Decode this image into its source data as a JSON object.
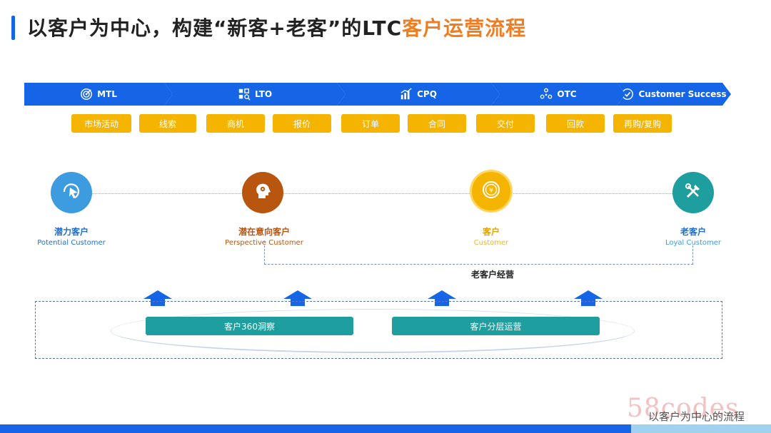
{
  "title": {
    "main": "以客户为中心，构建“新客+老客”的LTC",
    "accent": "客户运营流程"
  },
  "stages": [
    {
      "label": "MTL",
      "icon": "target-icon"
    },
    {
      "label": "LTO",
      "icon": "grid-search-icon"
    },
    {
      "label": "CPQ",
      "icon": "bar-chart-icon"
    },
    {
      "label": "OTC",
      "icon": "share-nodes-icon"
    },
    {
      "label": "Customer Success",
      "icon": "check-circle-icon"
    }
  ],
  "tags": [
    "市场活动",
    "线索",
    "商机",
    "报价",
    "订单",
    "合同",
    "交付",
    "回款",
    "再购/复购"
  ],
  "customer_stages": [
    {
      "cn": "潜力客户",
      "en": "Potential Customer",
      "color": "#3d9be0",
      "icon": "cursor-arrow-icon"
    },
    {
      "cn": "潜在意向客户",
      "en": "Perspective Customer",
      "color": "#b8560f",
      "icon": "head-gear-icon"
    },
    {
      "cn": "客户",
      "en": "Customer",
      "color": "#f5b400",
      "icon": "coin-icon"
    },
    {
      "cn": "老客户",
      "en": "Loyal Customer",
      "color": "#1e9e9e",
      "icon": "tools-icon"
    }
  ],
  "loop_label": "老客户经营",
  "foundation": [
    "客户360洞察",
    "客户分层运营"
  ],
  "watermark": "58codes",
  "footer": "以客户为中心的流程",
  "colors": {
    "primary": "#1565e6",
    "accent": "#ef7d22",
    "tag": "#f5b400",
    "teal": "#1e9e9e"
  }
}
